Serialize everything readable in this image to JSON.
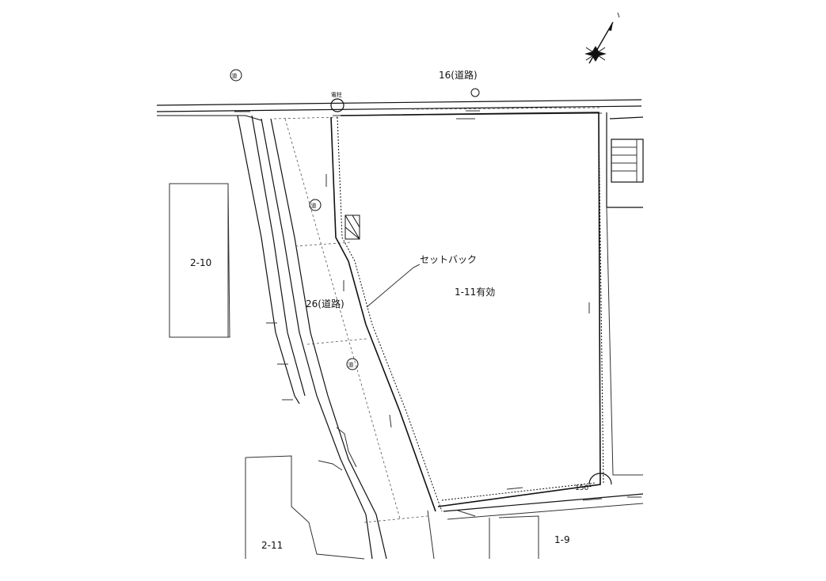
{
  "labels": {
    "road_north": "16(道路)",
    "road_west": "26(道路)",
    "setback": "セットバック",
    "lot_main": "1-11有効",
    "lot_west": "2-10",
    "lot_southwest": "2-11",
    "lot_southeast": "1-9",
    "angle": "150°",
    "pole": "電柱"
  },
  "symbols": {
    "north_arrow": "compass-icon",
    "road_marker": "circle-kanji-marker"
  },
  "colors": {
    "ink": "#111111",
    "paper": "#ffffff"
  }
}
